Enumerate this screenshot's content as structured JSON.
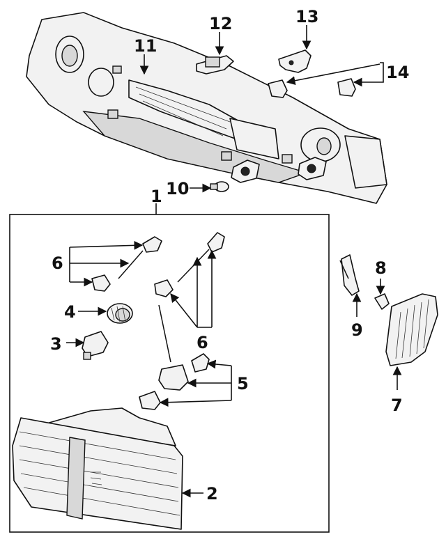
{
  "callouts": {
    "c1": "1",
    "c2": "2",
    "c3": "3",
    "c4": "4",
    "c5": "5",
    "c6a": "6",
    "c6b": "6",
    "c7": "7",
    "c8": "8",
    "c9": "9",
    "c10": "10",
    "c11": "11",
    "c12": "12",
    "c13": "13",
    "c14": "14"
  }
}
